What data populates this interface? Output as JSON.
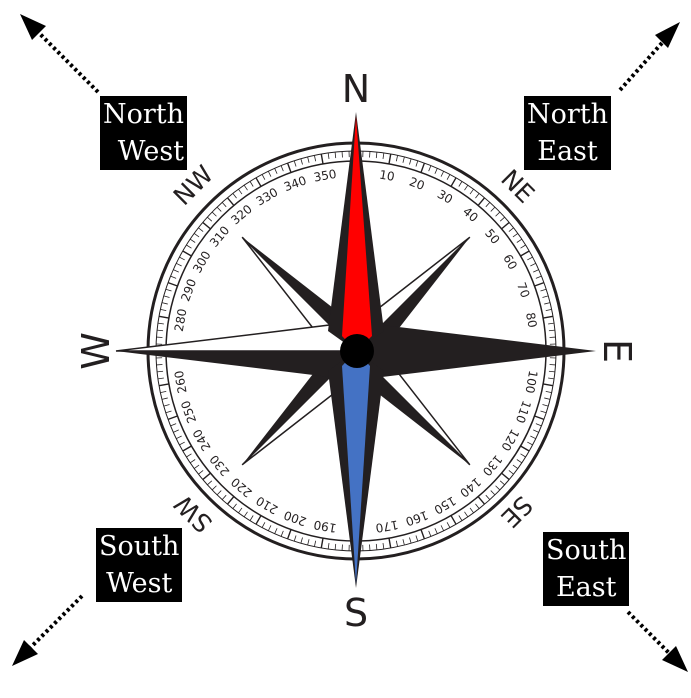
{
  "cardinals": {
    "north": "N",
    "east": "E",
    "south": "S",
    "west": "W"
  },
  "intercardinals": {
    "ne": "NE",
    "se": "SE",
    "sw": "SW",
    "nw": "NW"
  },
  "corner_labels": {
    "north_west": [
      "North",
      "West"
    ],
    "north_east": [
      "North",
      "East"
    ],
    "south_west": [
      "South",
      "West"
    ],
    "south_east": [
      "South",
      "East"
    ]
  },
  "degree_labels": [
    "10",
    "20",
    "30",
    "40",
    "50",
    "60",
    "70",
    "80",
    "100",
    "110",
    "120",
    "130",
    "140",
    "150",
    "160",
    "170",
    "190",
    "200",
    "210",
    "220",
    "230",
    "240",
    "250",
    "260",
    "280",
    "290",
    "300",
    "310",
    "320",
    "330",
    "340",
    "350"
  ],
  "colors": {
    "needle_north": "#ff0000",
    "needle_south": "#4472c4",
    "ink": "#231f20",
    "background": "#ffffff"
  }
}
